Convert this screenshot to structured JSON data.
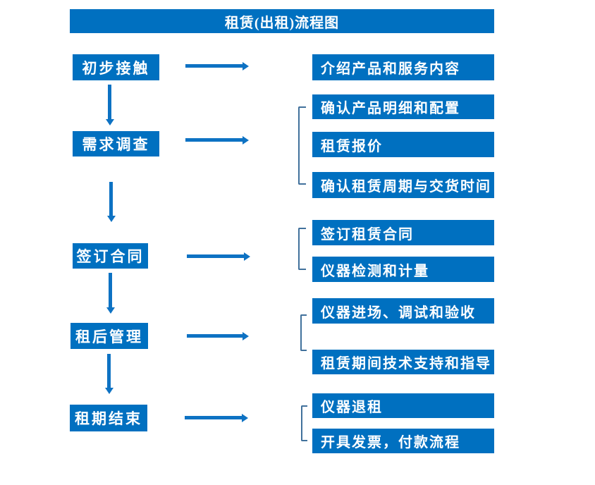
{
  "title": "租赁(出租)流程图",
  "colors": {
    "box_blue": "#0070C0",
    "arrow_blue": "#0d72c3",
    "bracket_blue": "#41719C",
    "text_white": "#ffffff"
  },
  "flow": {
    "stages": [
      {
        "label": "初步接触",
        "details": [
          "介绍产品和服务内容"
        ]
      },
      {
        "label": "需求调查",
        "details": [
          "确认产品明细和配置",
          "租赁报价",
          "确认租赁周期与交货时间"
        ]
      },
      {
        "label": "签订合同",
        "details": [
          "签订租赁合同",
          "仪器检测和计量"
        ]
      },
      {
        "label": "租后管理",
        "details": [
          "仪器进场、调试和验收",
          "租赁期间技术支持和指导"
        ]
      },
      {
        "label": "租期结束",
        "details": [
          "仪器退租",
          "开具发票，付款流程"
        ]
      }
    ]
  }
}
